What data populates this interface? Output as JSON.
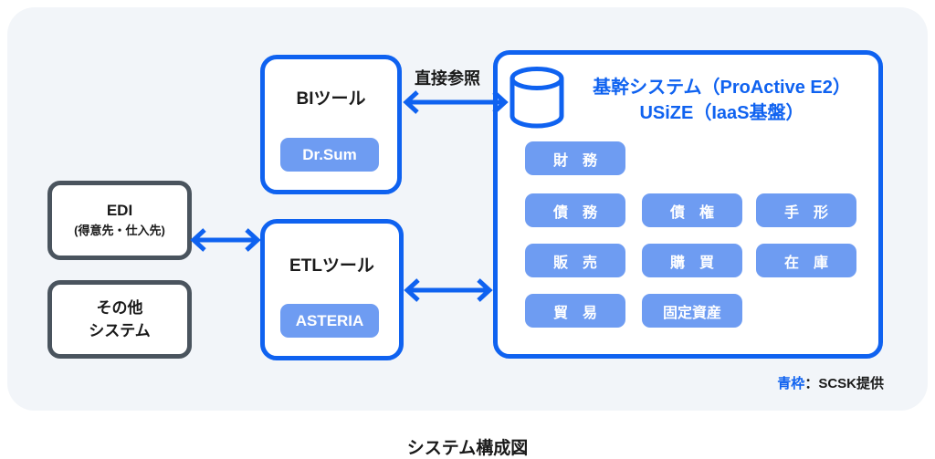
{
  "diagram": {
    "caption": "システム構成図",
    "labels": {
      "direct_reference": "直接参照"
    },
    "legend": {
      "blue_label": "青枠",
      "rest": "：SCSK提供"
    },
    "nodes": {
      "edi": {
        "title": "EDI",
        "subtitle": "(得意先・仕入先)"
      },
      "other_system": {
        "line1": "その他",
        "line2": "システム"
      },
      "bi_tool": {
        "title": "BIツール",
        "product": "Dr.Sum"
      },
      "etl_tool": {
        "title": "ETLツール",
        "product": "ASTERIA"
      },
      "core_system": {
        "title_line1": "基幹システム（ProActive E2）",
        "title_line2": "USiZE（IaaS基盤）",
        "modules": [
          "財　務",
          "債　務",
          "債　権",
          "手　形",
          "販　売",
          "購　買",
          "在　庫",
          "貿　易",
          "固定資産"
        ]
      }
    },
    "colors": {
      "accent_blue": "#0F62F0",
      "chip_blue": "#6E9CF2",
      "dark_border": "#4A545E",
      "panel_bg": "#F2F5F9"
    }
  }
}
